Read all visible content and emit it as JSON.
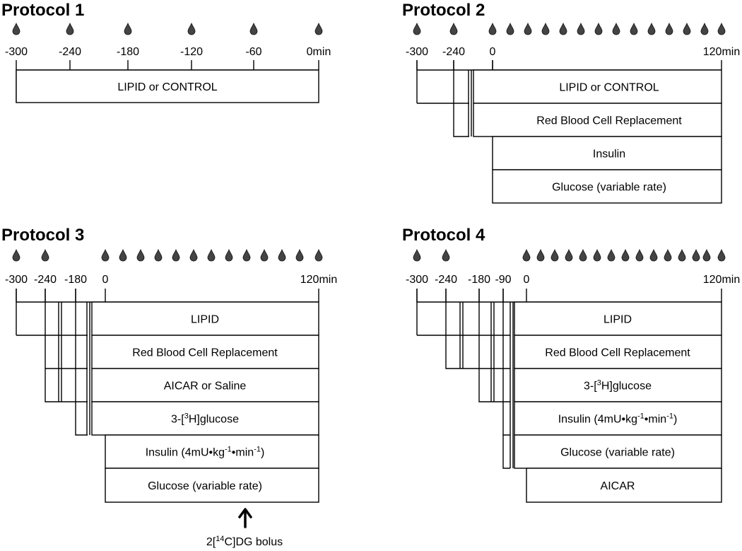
{
  "colors": {
    "drop_fill": "#444444",
    "line": "#000000"
  },
  "icons": {
    "sampling": "blood-drop-icon",
    "bolus": "up-arrow-icon"
  },
  "protocols": [
    {
      "title": "Protocol 1",
      "ticks": [
        "-300",
        "-240",
        "-180",
        "-120",
        "-60",
        "0min"
      ],
      "bars": [
        "LIPID or CONTROL"
      ]
    },
    {
      "title": "Protocol 2",
      "ticks": [
        "-300",
        "-240",
        "0",
        "120min"
      ],
      "bars": [
        "LIPID or CONTROL",
        "Red Blood Cell Replacement",
        "Insulin",
        "Glucose (variable rate)"
      ]
    },
    {
      "title": "Protocol 3",
      "ticks": [
        "-300",
        "-240",
        "-180",
        "0",
        "120min"
      ],
      "bars": [
        "LIPID",
        "Red Blood Cell Replacement",
        "AICAR or Saline",
        {
          "parts": [
            [
              "3-[",
              ""
            ],
            [
              "3",
              "sup"
            ],
            [
              "H]glucose",
              ""
            ]
          ]
        },
        {
          "parts": [
            [
              "Insulin (4mU•kg",
              ""
            ],
            [
              "-1",
              "sup"
            ],
            [
              "•min",
              ""
            ],
            [
              "-1",
              "sup"
            ],
            [
              ")",
              ""
            ]
          ]
        },
        "Glucose (variable rate)"
      ],
      "bolus": {
        "parts": [
          [
            "2[",
            ""
          ],
          [
            "14",
            "sup"
          ],
          [
            "C]DG bolus",
            ""
          ]
        ]
      }
    },
    {
      "title": "Protocol 4",
      "ticks": [
        "-300",
        "-240",
        "-180",
        "-90",
        "0",
        "120min"
      ],
      "bars": [
        "LIPID",
        "Red Blood Cell Replacement",
        {
          "parts": [
            [
              "3-[",
              ""
            ],
            [
              "3",
              "sup"
            ],
            [
              "H]glucose",
              ""
            ]
          ]
        },
        {
          "parts": [
            [
              "Insulin (4mU•kg",
              ""
            ],
            [
              "-1",
              "sup"
            ],
            [
              "•min",
              ""
            ],
            [
              "-1",
              "sup"
            ],
            [
              ")",
              ""
            ]
          ]
        },
        "Glucose (variable rate)",
        "AICAR"
      ]
    }
  ]
}
